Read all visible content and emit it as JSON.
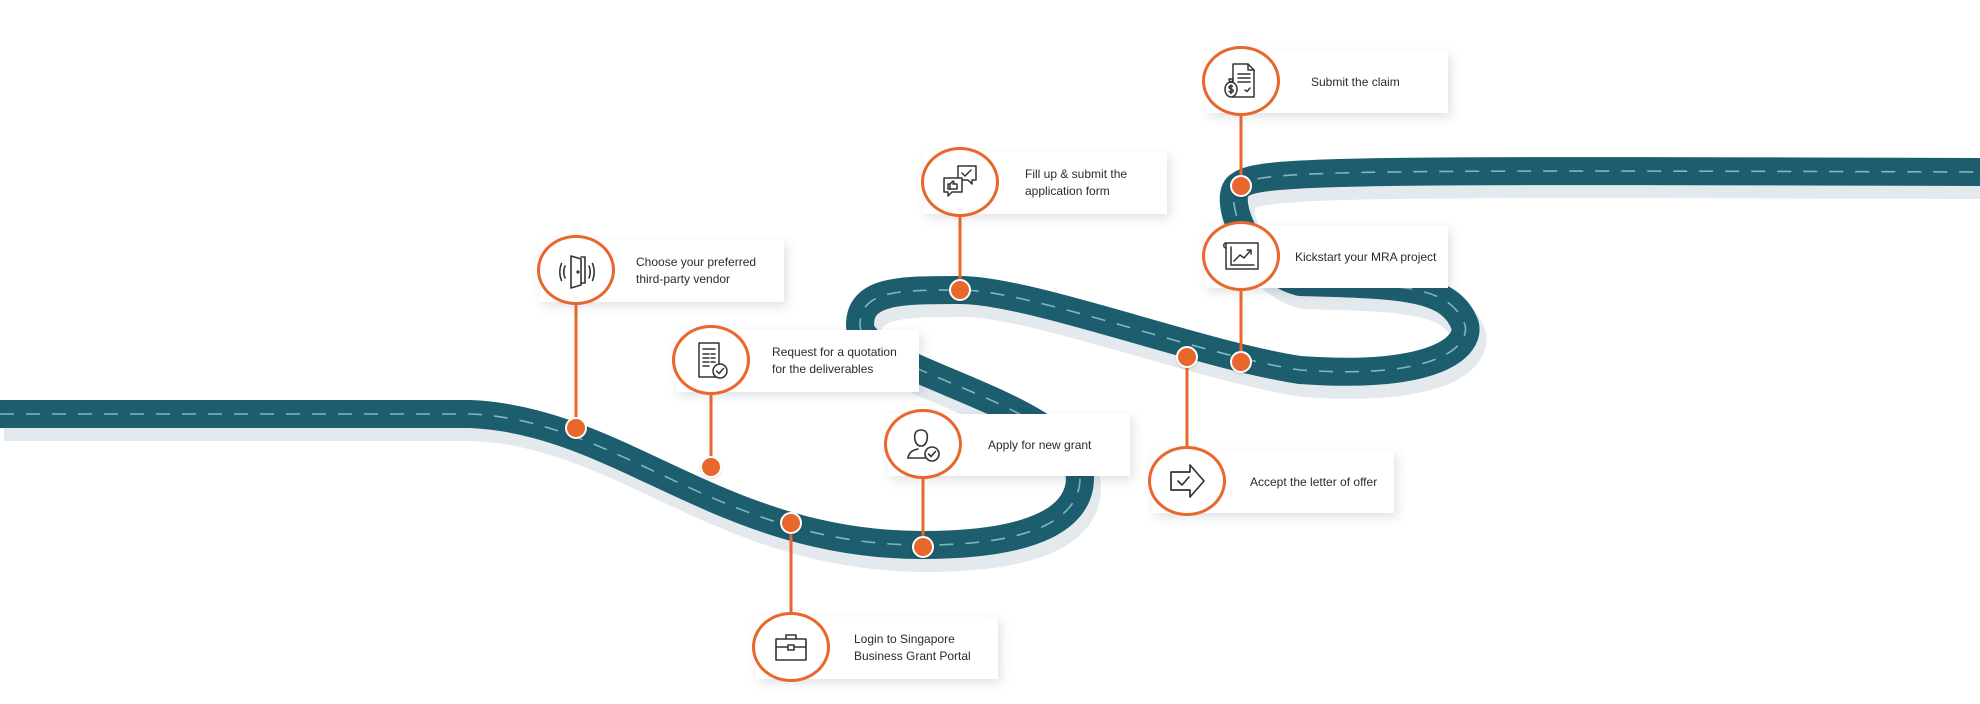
{
  "colors": {
    "road": "#1c5d6e",
    "road_shadow": "#e4e9ee",
    "lane": "#7fb7c4",
    "accent": "#e8672c",
    "icon": "#333333"
  },
  "steps": [
    {
      "id": "step-choose-vendor",
      "label": "Choose your preferred\nthird-party vendor",
      "icon": "door-icon"
    },
    {
      "id": "step-request-quotation",
      "label": "Request for a quotation\nfor the deliverables",
      "icon": "quotation-document-icon"
    },
    {
      "id": "step-login-portal",
      "label": "Login to Singapore\nBusiness Grant Portal",
      "icon": "briefcase-icon"
    },
    {
      "id": "step-apply-grant",
      "label": "Apply for new grant",
      "icon": "user-check-icon"
    },
    {
      "id": "step-fill-form",
      "label": "Fill up & submit the\napplication form",
      "icon": "chat-approval-icon"
    },
    {
      "id": "step-accept-offer",
      "label": "Accept the letter of offer",
      "icon": "arrow-check-icon"
    },
    {
      "id": "step-kickstart",
      "label": "Kickstart your MRA project",
      "icon": "growth-chart-icon"
    },
    {
      "id": "step-submit-claim",
      "label": "Submit the claim",
      "icon": "claim-document-icon"
    }
  ]
}
